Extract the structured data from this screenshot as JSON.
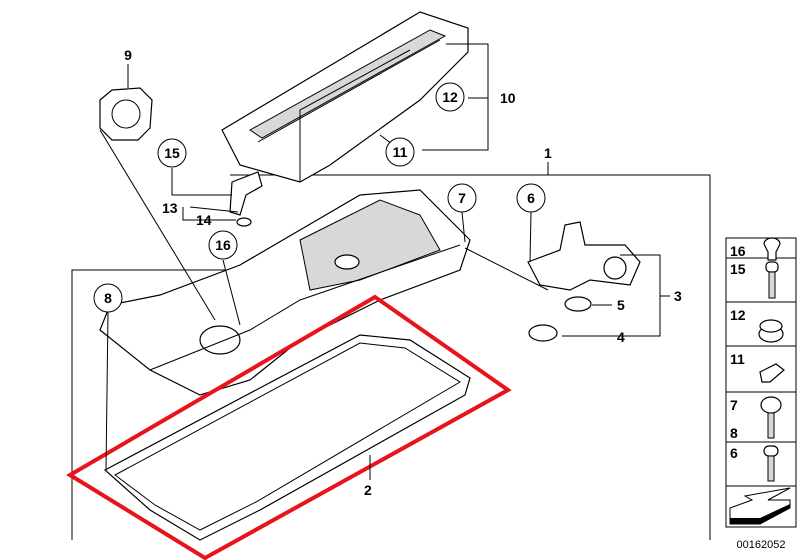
{
  "diagram": {
    "callouts": {
      "c1": "1",
      "c2": "2",
      "c3": "3",
      "c4": "4",
      "c5": "5",
      "c6": "6",
      "c7": "7",
      "c8": "8",
      "c9": "9",
      "c10": "10",
      "c11": "11",
      "c12": "12",
      "c13": "13",
      "c14": "14",
      "c15": "15",
      "c16": "16"
    },
    "legend": [
      {
        "label": "16"
      },
      {
        "label": "15"
      },
      {
        "label": "12"
      },
      {
        "label": "11"
      },
      {
        "label": "7",
        "label2": "8"
      },
      {
        "label": "6"
      }
    ],
    "drawing_number": "00162052",
    "highlight_color": "#e8141b"
  }
}
